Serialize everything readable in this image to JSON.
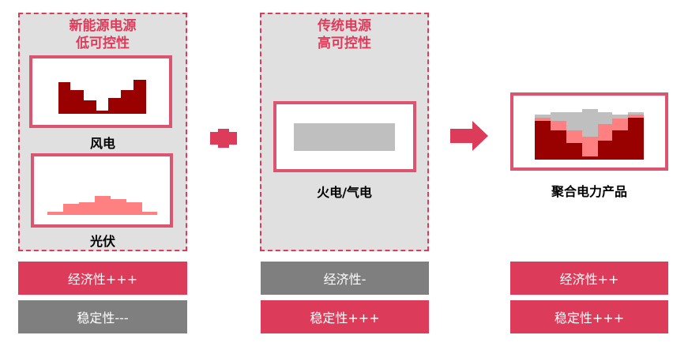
{
  "colors": {
    "accent": "#dc3c5a",
    "dark_red": "#990000",
    "pink": "#ff8080",
    "gray": "#bfbfbf",
    "bar_gray": "#7f7f7f"
  },
  "renewable": {
    "title_line1": "新能源电源",
    "title_line2": "低可控性",
    "wind_label": "风电",
    "solar_label": "光伏",
    "economy": "经济性+++",
    "stability": "稳定性---"
  },
  "plus_icon": "plus-icon",
  "traditional": {
    "title_line1": "传统电源",
    "title_line2": "高可控性",
    "label": "火电/气电",
    "economy": "经济性-",
    "stability": "稳定性+++"
  },
  "arrow_icon": "arrow-right-icon",
  "aggregate": {
    "label": "聚合电力产品",
    "economy": "经济性++",
    "stability": "稳定性+++"
  }
}
